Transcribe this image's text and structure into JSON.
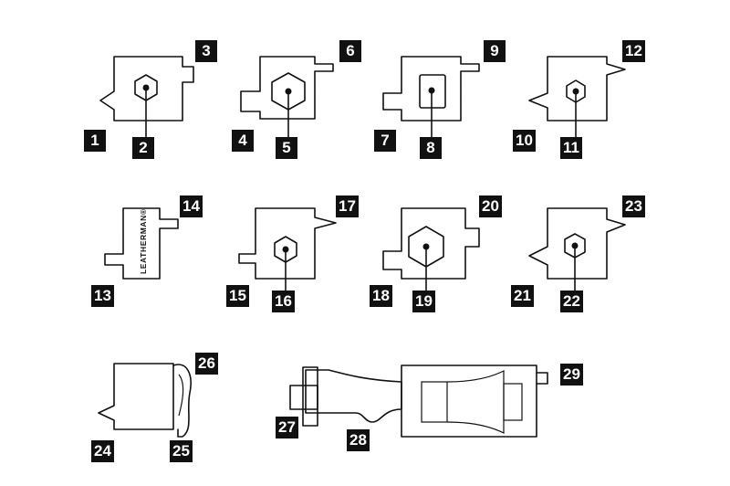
{
  "diagram": {
    "brand_text": "LEATHERMAN®",
    "labels": {
      "l1": "1",
      "l2": "2",
      "l3": "3",
      "l4": "4",
      "l5": "5",
      "l6": "6",
      "l7": "7",
      "l8": "8",
      "l9": "9",
      "l10": "10",
      "l11": "11",
      "l12": "12",
      "l13": "13",
      "l14": "14",
      "l15": "15",
      "l16": "16",
      "l17": "17",
      "l18": "18",
      "l19": "19",
      "l20": "20",
      "l21": "21",
      "l22": "22",
      "l23": "23",
      "l24": "24",
      "l25": "25",
      "l26": "26",
      "l27": "27",
      "l28": "28",
      "l29": "29"
    }
  }
}
